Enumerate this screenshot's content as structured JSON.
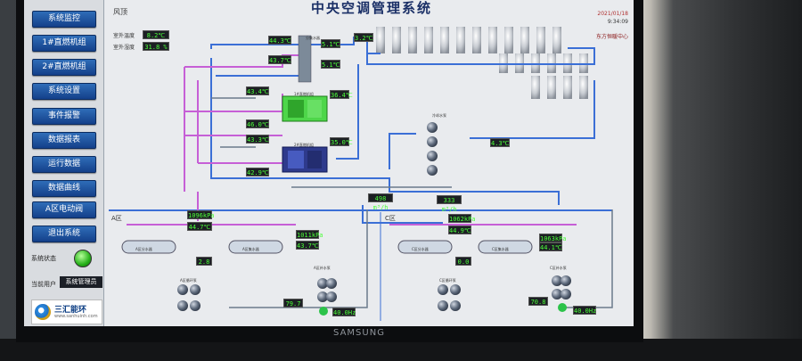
{
  "app": {
    "title": "中央空调管理系统",
    "date": "2021/01/18",
    "time": "9:34:09",
    "company": "东方恒暖中心",
    "section_title": "风顶"
  },
  "sidebar": {
    "items": [
      {
        "label": "系统监控"
      },
      {
        "label": "1#直燃机组"
      },
      {
        "label": "2#直燃机组"
      },
      {
        "label": "系统设置"
      },
      {
        "label": "事件报警"
      },
      {
        "label": "数据报表"
      },
      {
        "label": "运行数据"
      },
      {
        "label": "数据曲线"
      },
      {
        "label": "A区电动阀"
      },
      {
        "label": "退出系统"
      }
    ],
    "status_label": "系统状态",
    "user_label": "当前用户",
    "user_value": "系统管理员",
    "logo_text": "三汇能环",
    "logo_sub": "www.sanhuinh.com"
  },
  "outdoor": {
    "temp_label": "室外温度",
    "temp_value": "8.2℃",
    "humidity_label": "室外湿度",
    "humidity_value": "31.8 %"
  },
  "readings": {
    "r1": "44.3℃",
    "r2": "43.7℃",
    "r3": "5.1℃",
    "r4": "5.1℃",
    "r5": "3.2℃",
    "r6": "43.4℃",
    "r7": "36.4℃",
    "r8": "46.0℃",
    "r9": "43.3℃",
    "r10": "35.0℃",
    "r11": "42.9℃",
    "r12": "4.3℃",
    "flow1": "498 m³/h",
    "flow2": "333 m³/h",
    "a_pressure1": "1096kPa",
    "a_temp1": "44.7℃",
    "a_pressure2": "1011kPa",
    "a_temp2": "43.7℃",
    "a_valve": "2.8",
    "a_pump_pct": "79.7",
    "a_freq": "40.0Hz",
    "c_pressure1": "1062kPa",
    "c_temp1": "44.9℃",
    "c_pressure2": "1063kPa",
    "c_temp2": "44.1℃",
    "c_valve": "0.0",
    "c_pump_pct": "70.8",
    "c_freq": "40.0Hz"
  },
  "labels": {
    "machine1": "1#直燃机组",
    "machine2": "2#直燃机组",
    "collector": "分集水器",
    "pump_group": "冷却水泵",
    "zone_a": "A区",
    "zone_c": "C区",
    "a_exchanger1": "A区分水器",
    "a_exchanger2": "A区集水器",
    "a_pump_group1": "A区循环泵",
    "a_pump_group2": "A区补水泵",
    "c_exchanger1": "C区分水器",
    "c_exchanger2": "C区集水器",
    "c_pump_group1": "C区循环泵",
    "c_pump_group2": "C区补水泵"
  },
  "colors": {
    "pipe_blue": "#3b6fd6",
    "pipe_purple": "#c65fd6",
    "pipe_gray": "#6b7b8c",
    "readout_text": "#4cff3a",
    "menu_button": "#1f56a5",
    "status_ok": "#27b11a"
  }
}
